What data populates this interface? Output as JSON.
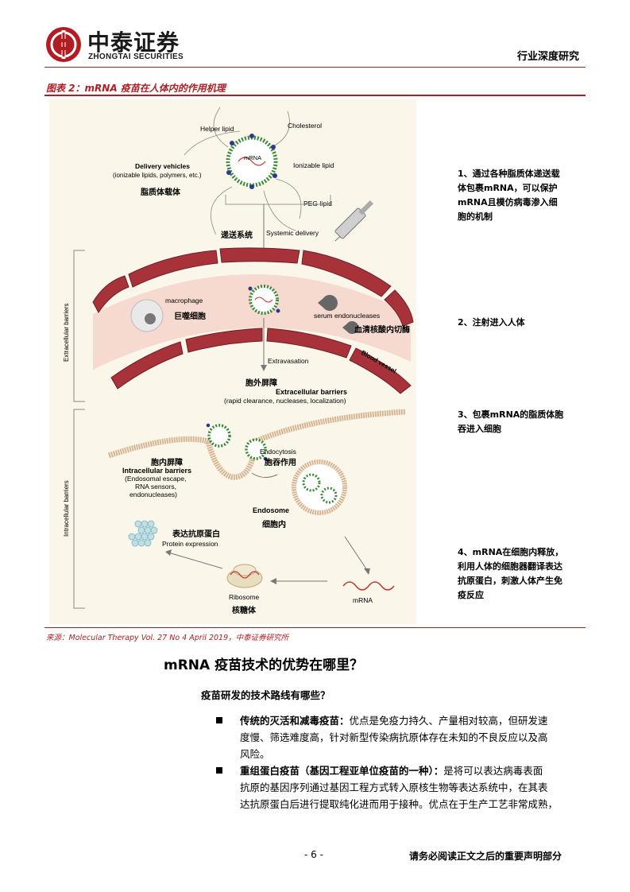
{
  "header": {
    "logo_cn": "中泰证券",
    "logo_en": "ZHONGTAI SECURITIES",
    "report_type": "行业深度研究"
  },
  "figure": {
    "title": "图表 2：mRNA 疫苗在人体内的作用机理",
    "labels": {
      "helper_lipid": "Helper lipid",
      "cholesterol": "Cholesterol",
      "mrna_in_lnp": "mRNA",
      "ionizable_lipid": "Ionizable lipid",
      "delivery_vehicles": "Delivery vehicles",
      "delivery_sub": "(ionizable lipids, polymers, etc.)",
      "delivery_cn": "脂质体载体",
      "peg_lipid": "PEG-lipid",
      "systemic_cn": "递送系统",
      "systemic_en": "Systemic delivery",
      "extracellular_side": "Extracellular barriers",
      "macrophage": "macrophage",
      "macrophage_cn": "巨噬细胞",
      "serum_endo": "serum endonucleases",
      "serum_endo_cn": "血清核酸内切酶",
      "blood_vessel": "Blood vessel",
      "extravasation": "Extravasation",
      "extra_cn": "胞外屏障",
      "extra_en": "Extracellular barriers",
      "extra_sub": "(rapid clearance, nucleases, localization)",
      "intracellular_side": "Intracellular barriers",
      "endocytosis": "Endocytosis",
      "endocytosis_cn": "胞吞作用",
      "intra_cn": "胞内屏障",
      "intra_en": "Intracellular barriers",
      "intra_sub1": "(Endosomal escape,",
      "intra_sub2": "RNA sensors,",
      "intra_sub3": "endonucleases)",
      "endosome": "Endosome",
      "endosome_cn": "细胞内",
      "protein_cn": "表达抗原蛋白",
      "protein_en": "Protein expression",
      "ribosome": "Ribosome",
      "ribosome_cn": "核糖体",
      "mrna": "mRNA"
    },
    "notes": [
      [
        "1、通过各种脂质体递送载",
        "体包裹mRNA，可以保护",
        "mRNA且模仿病毒渗入细",
        "胞的机制"
      ],
      [
        "2、注射进入人体"
      ],
      [
        "3、包裹mRNA的脂质体胞",
        "吞进入细胞"
      ],
      [
        "4、mRNA在细胞内释放，",
        "利用人体的细胞器翻译表达",
        "抗原蛋白，刺激人体产生免",
        "疫反应"
      ]
    ],
    "source": "来源：Molecular Therapy Vol. 27 No 4 April 2019，中泰证券研究所"
  },
  "section": {
    "title": "mRNA 疫苗技术的优势在哪里？",
    "subtitle": "疫苗研发的技术路线有哪些？",
    "bullets": [
      {
        "lead": "传统的灭活和减毒疫苗：",
        "lines": [
          "优点是免疫力持久、产量相对较高，但研发速",
          "度慢、筛选难度高，针对新型传染病抗原体存在未知的不良反应以及高",
          "风险。"
        ]
      },
      {
        "lead": "重组蛋白疫苗（基因工程亚单位疫苗的一种）：",
        "lines": [
          "是将可以表达病毒表面",
          "抗原的基因序列通过基因工程方式转入原核生物等表达系统中，在其表",
          "达抗原蛋白后进行提取纯化进而用于接种。优点在于生产工艺非常成熟，"
        ]
      }
    ]
  },
  "footer": {
    "page": "- 6 -",
    "disclaimer": "请务必阅读正文之后的重要声明部分"
  }
}
